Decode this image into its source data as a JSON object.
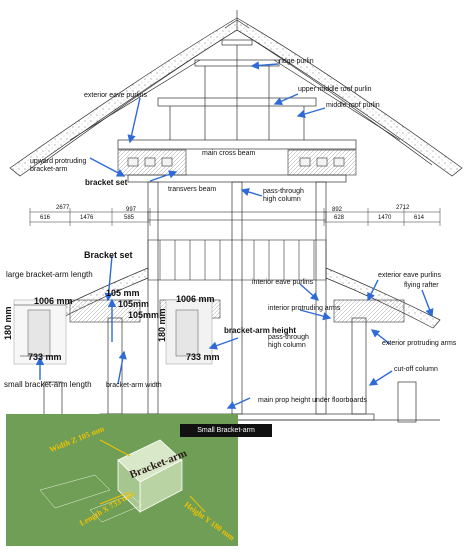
{
  "labels": {
    "ridge_purlin": "ridge purlin",
    "upper_middle_roof_purlin": "upper middle roof purlin",
    "middle_roof_purlin": "middle roof purlin",
    "exterior_eave_purlins_top": "exterior eave purlins",
    "main_cross_beam": "main cross beam",
    "upward_protruding_bracket_arm": "upward protruding\nbracket-arm",
    "bracket_set_top": "bracket set",
    "transvers_beam": "transvers beam",
    "pass_through_high_column_top": "pass-through\nhigh column",
    "bracket_set_mid": "Bracket set",
    "large_bracket_arm_length": "large bracket-arm length",
    "exterior_eave_purlins_right": "exterior eave purlins",
    "flying_rafter": "flying rafter",
    "interior_eave_purlins": "interior eave purlins",
    "interior_protruding_arms": "interior protruding arms",
    "exterior_protruding_arms": "exterior protruding arms",
    "bracket_arm_height": "bracket-arm height",
    "pass_through_high_column_mid": "pass-through\nhigh column",
    "small_bracket_arm_length": "small bracket-arm length",
    "bracket_arm_width": "bracket-arm width",
    "cut_off_column": "cut-off column",
    "main_prop_height": "main prop height under floorboards"
  },
  "dimensions_left": [
    "2677",
    "997",
    "616",
    "1476",
    "585"
  ],
  "dimensions_right": [
    "892",
    "2712",
    "628",
    "1470",
    "614"
  ],
  "measurements": {
    "large_len": "1006 mm",
    "large_h": "180 mm",
    "small_len": "733 mm",
    "w1": "105 mm",
    "w2": "105mm",
    "w3": "105mm",
    "right_len": "1006 mm",
    "right_h": "180 mm",
    "right_small": "733 mm"
  },
  "photo": {
    "tag": "Small Bracket-arm",
    "bracket_word": "Bracket-arm",
    "width_label": "Width Z 105 mm",
    "length_label": "Length X 733 mm",
    "height_label": "Height Y 180 mm"
  },
  "colors": {
    "arrow_blue": "#2f6bd8",
    "photo_green": "#6f9f55",
    "label_yellow": "#f2c200",
    "line": "#3a3a3a"
  }
}
